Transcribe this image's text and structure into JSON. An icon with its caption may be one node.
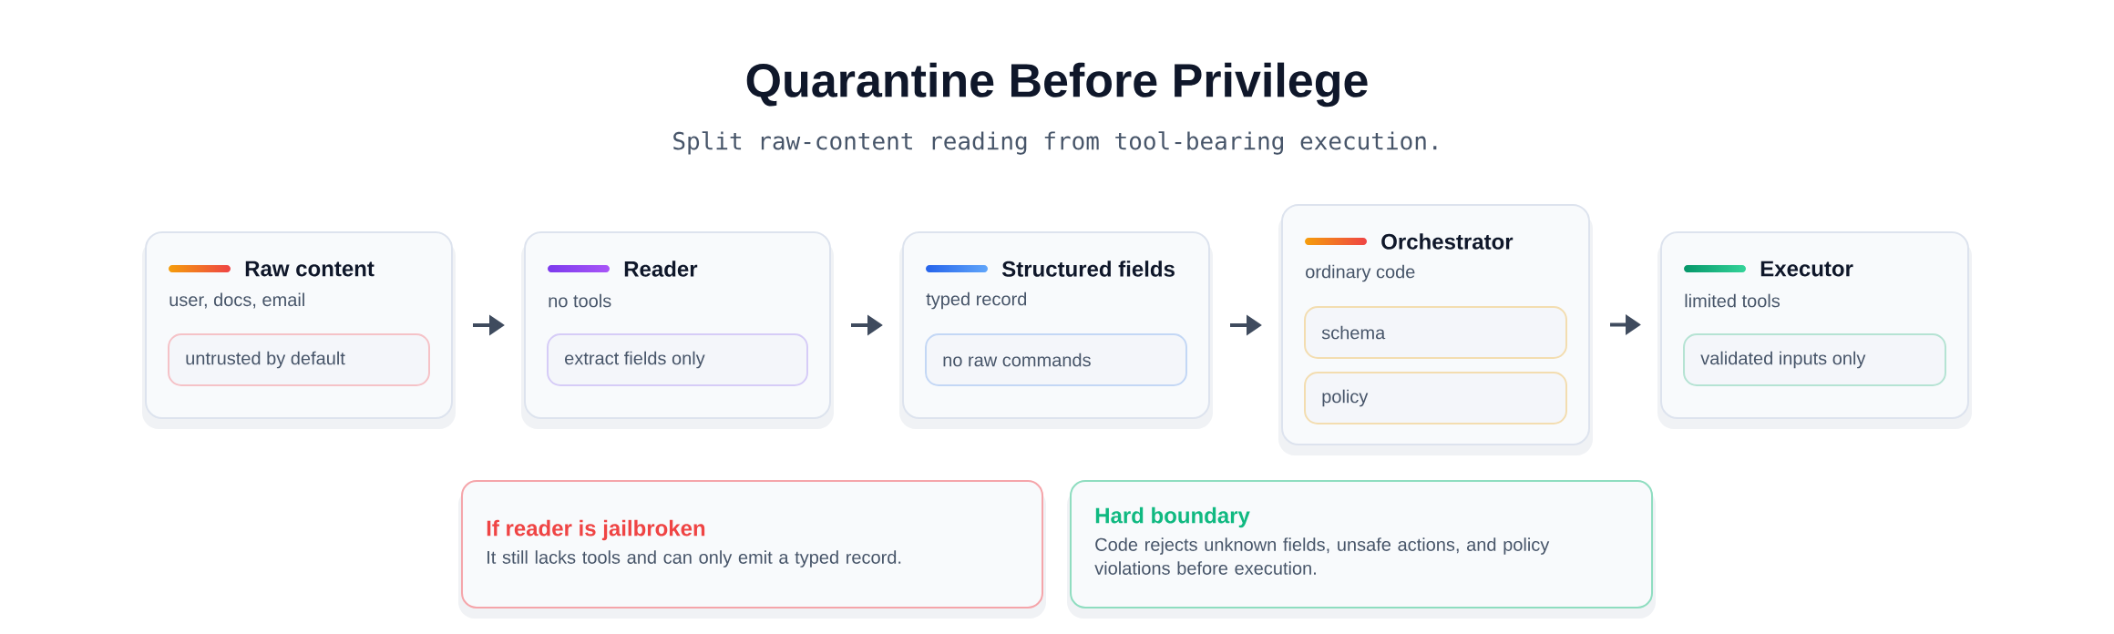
{
  "diagram": {
    "title": "Quarantine Before Privilege",
    "labels": [
      "Split raw-content reading from tool-bearing execution."
    ],
    "nodes": [
      {
        "text": [
          "Raw content",
          "user, docs, email"
        ]
      },
      {
        "text": [
          "untrusted by default"
        ],
        "in": 0
      },
      {
        "text": [
          "Reader",
          "no tools"
        ]
      },
      {
        "text": [
          "extract fields only"
        ],
        "in": 2
      },
      {
        "text": [
          "Structured fields",
          "typed record"
        ]
      },
      {
        "text": [
          "no raw commands"
        ],
        "in": 4
      },
      {
        "text": [
          "Orchestrator",
          "ordinary code"
        ]
      },
      {
        "text": [
          "schema"
        ],
        "in": 6
      },
      {
        "text": [
          "policy"
        ],
        "in": 6
      },
      {
        "text": [
          "Executor",
          "limited tools"
        ]
      },
      {
        "text": [
          "validated inputs only"
        ],
        "in": 9
      },
      {
        "text": [
          "If reader is jailbroken",
          "It still lacks tools and can only emit a typed record."
        ]
      },
      {
        "text": [
          "Hard boundary",
          "Code rejects unknown fields, unsafe actions, and policy violations before execution."
        ]
      }
    ],
    "edges": [
      {
        "from": 0,
        "to": 2,
        "arrow": "to"
      },
      {
        "from": 2,
        "to": 4,
        "arrow": "to"
      },
      {
        "from": 4,
        "to": 6,
        "arrow": "to"
      },
      {
        "from": 6,
        "to": 9,
        "arrow": "to"
      }
    ]
  }
}
